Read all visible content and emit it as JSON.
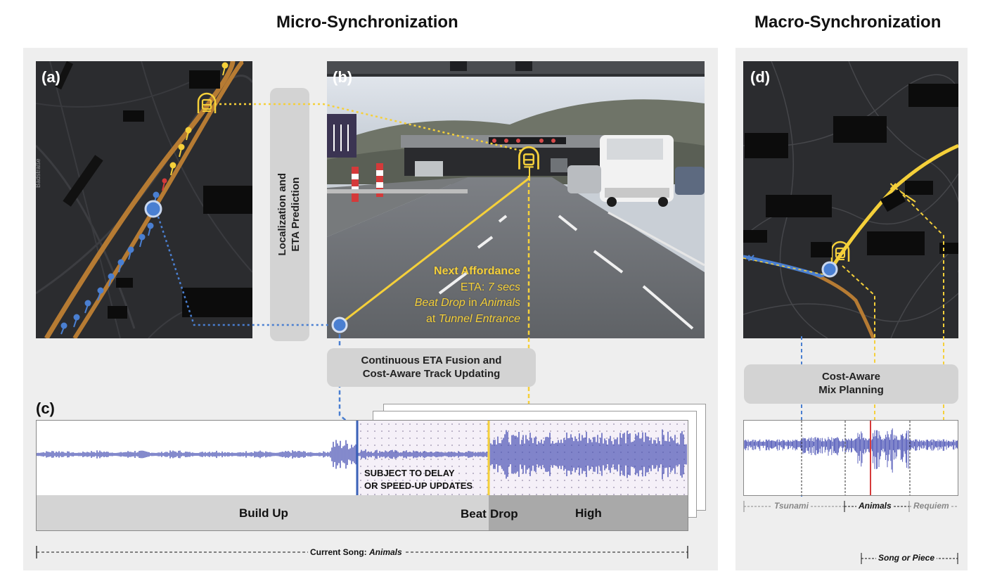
{
  "titles": {
    "micro": "Micro-Synchronization",
    "macro": "Macro-Synchronization"
  },
  "panels": {
    "a": "(a)",
    "b": "(b)",
    "c": "(c)",
    "d": "(d)"
  },
  "map_a": {
    "street_label": "Badstraße"
  },
  "localization_box": {
    "line1": "Localization and",
    "line2": "ETA Prediction"
  },
  "affordance": {
    "title": "Next Affordance",
    "eta_prefix": "ETA: ",
    "eta_value": "7 secs",
    "event_part1": "Beat Drop",
    "event_part2": " in ",
    "event_part3": "Animals",
    "location_prefix": "at ",
    "location": "Tunnel Entrance"
  },
  "fusion_box": {
    "line1": "Continuous ETA Fusion and",
    "line2": "Cost-Aware Track Updating"
  },
  "waveform_c": {
    "delay_line1": "SUBJECT TO DELAY",
    "delay_line2": "OR SPEED-UP UPDATES",
    "seg_buildup": "Build Up",
    "seg_beat": "Beat",
    "seg_drop": "Drop",
    "seg_high": "High",
    "current_song_prefix": "Current Song: ",
    "current_song": "Animals"
  },
  "mix_box": {
    "line1": "Cost-Aware",
    "line2": "Mix Planning"
  },
  "waveform_d": {
    "song1": "Tsunami",
    "song2": "Animals",
    "song3": "Requiem",
    "song_or_piece": "Song or Piece"
  },
  "colors": {
    "accent_yellow": "#f5d03a",
    "route_orange": "#c98a3a",
    "location_blue": "#4a7fd1",
    "waveform_blue": "#4a52b5",
    "waveform_fill": "#7b7fc9",
    "marker_red": "#d63a3a"
  }
}
